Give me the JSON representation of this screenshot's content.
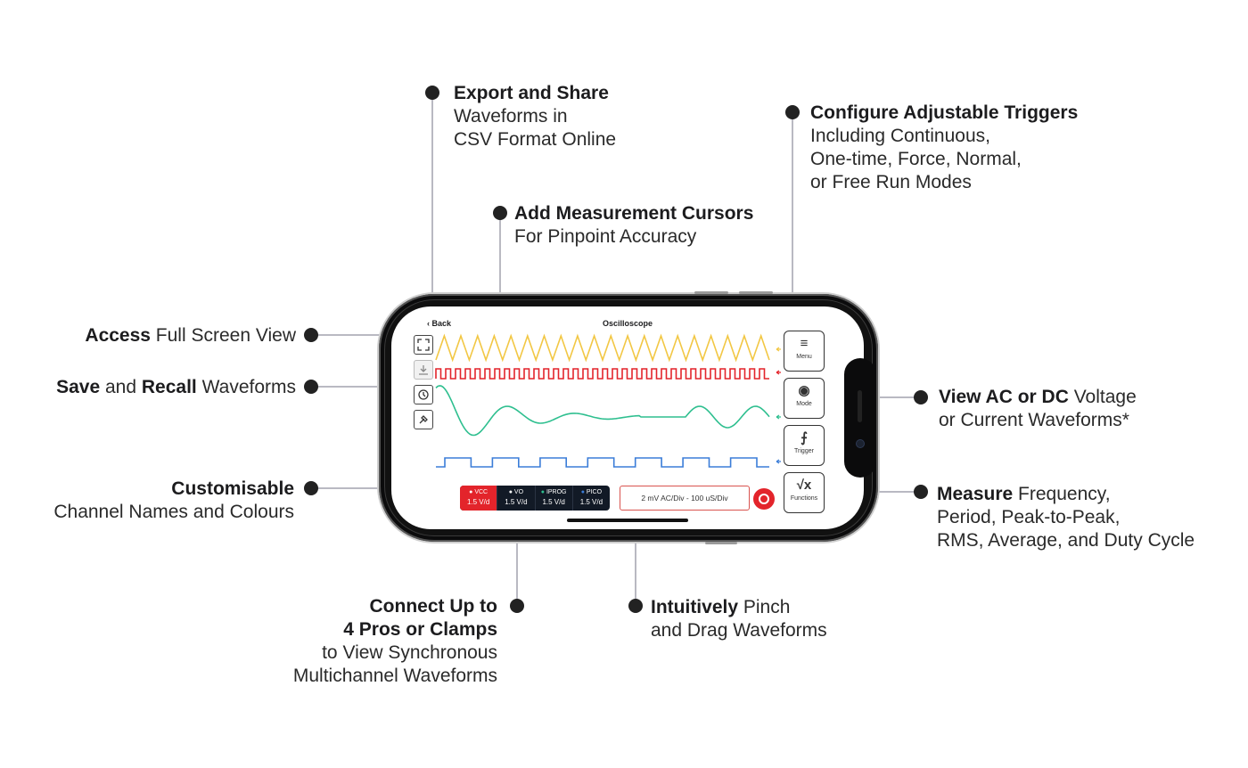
{
  "callouts": {
    "export": {
      "bold": "Export and Share",
      "line2": "Waveforms in",
      "line3": "CSV Format Online"
    },
    "triggers": {
      "bold": "Configure Adjustable Triggers",
      "line2": "Including Continuous,",
      "line3": "One-time, Force, Normal,",
      "line4": "or Free Run Modes"
    },
    "cursors": {
      "bold": "Add Measurement Cursors",
      "line2": "For Pinpoint Accuracy"
    },
    "fullscreen": {
      "bold": "Access",
      "rest": " Full Screen View"
    },
    "save": {
      "bold1": "Save",
      "mid": " and ",
      "bold2": "Recall",
      "rest": " Waveforms"
    },
    "acdc": {
      "bold": "View AC or DC",
      "rest": " Voltage",
      "line2": "or Current Waveforms*"
    },
    "custom": {
      "bold": "Customisable",
      "line2": "Channel Names and Colours"
    },
    "measure": {
      "bold": "Measure",
      "rest": " Frequency,",
      "line2": "Period, Peak-to-Peak,",
      "line3": "RMS, Average, and Duty Cycle"
    },
    "connect": {
      "bold1": "Connect Up to",
      "bold2": "4 Pros or Clamps",
      "line3": "to View Synchronous",
      "line4": "Multichannel Waveforms"
    },
    "pinch": {
      "bold": "Intuitively",
      "rest": " Pinch",
      "line2": "and Drag Waveforms"
    }
  },
  "app": {
    "back": "Back",
    "title": "Oscilloscope",
    "menu_label": "Menu",
    "mode_label": "Mode",
    "trigger_label": "Trigger",
    "functions_label": "Functions",
    "functions_icon": "√x",
    "channels": [
      {
        "name": "VCC",
        "scale": "1.5 V/d",
        "color": "#ffffff",
        "active": true
      },
      {
        "name": "VO",
        "scale": "1.5 V/d",
        "color": "#f2c744",
        "active": false
      },
      {
        "name": "IPROG",
        "scale": "1.5 V/d",
        "color": "#2ebf8f",
        "active": false
      },
      {
        "name": "PICO",
        "scale": "1.5 V/d",
        "color": "#3b7dd8",
        "active": false
      }
    ],
    "scale_readout": "2 mV AC/Div - 100 uS/Div"
  },
  "colors": {
    "yellow_wave": "#f2c744",
    "red_wave": "#e3242b",
    "green_wave": "#2ebf8f",
    "blue_wave": "#3b7dd8",
    "callout_line": "#b9b9c2",
    "dot": "#222222"
  },
  "icons": {
    "fullscreen": "expand-icon",
    "save": "save-icon",
    "history": "history-icon",
    "flashlight": "flashlight-icon",
    "menu": "hamburger-icon",
    "mode": "dial-icon",
    "trigger": "trigger-edge-icon",
    "functions": "sqrt-icon",
    "logo": "brand-logo-icon"
  }
}
